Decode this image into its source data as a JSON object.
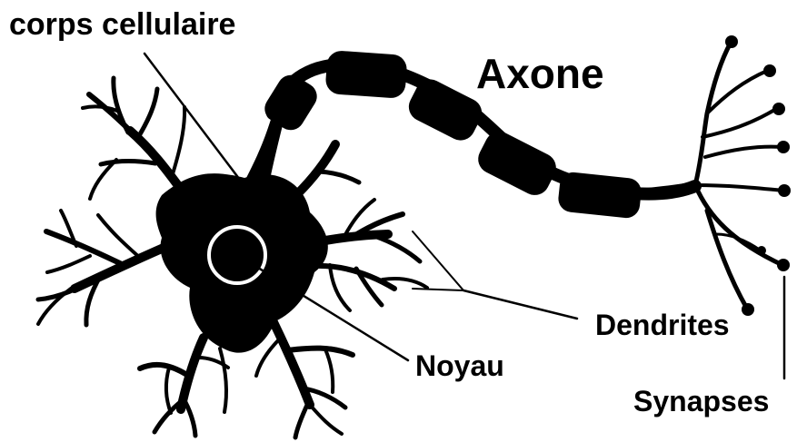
{
  "labels": {
    "cell_body": "corps cellulaire",
    "axon": "Axone",
    "dendrites": "Dendrites",
    "nucleus": "Noyau",
    "synapses": "Synapses"
  },
  "colors": {
    "neuron": "#000000",
    "background": "#ffffff",
    "nucleus_outline": "#ffffff",
    "leader_line": "#000000"
  }
}
